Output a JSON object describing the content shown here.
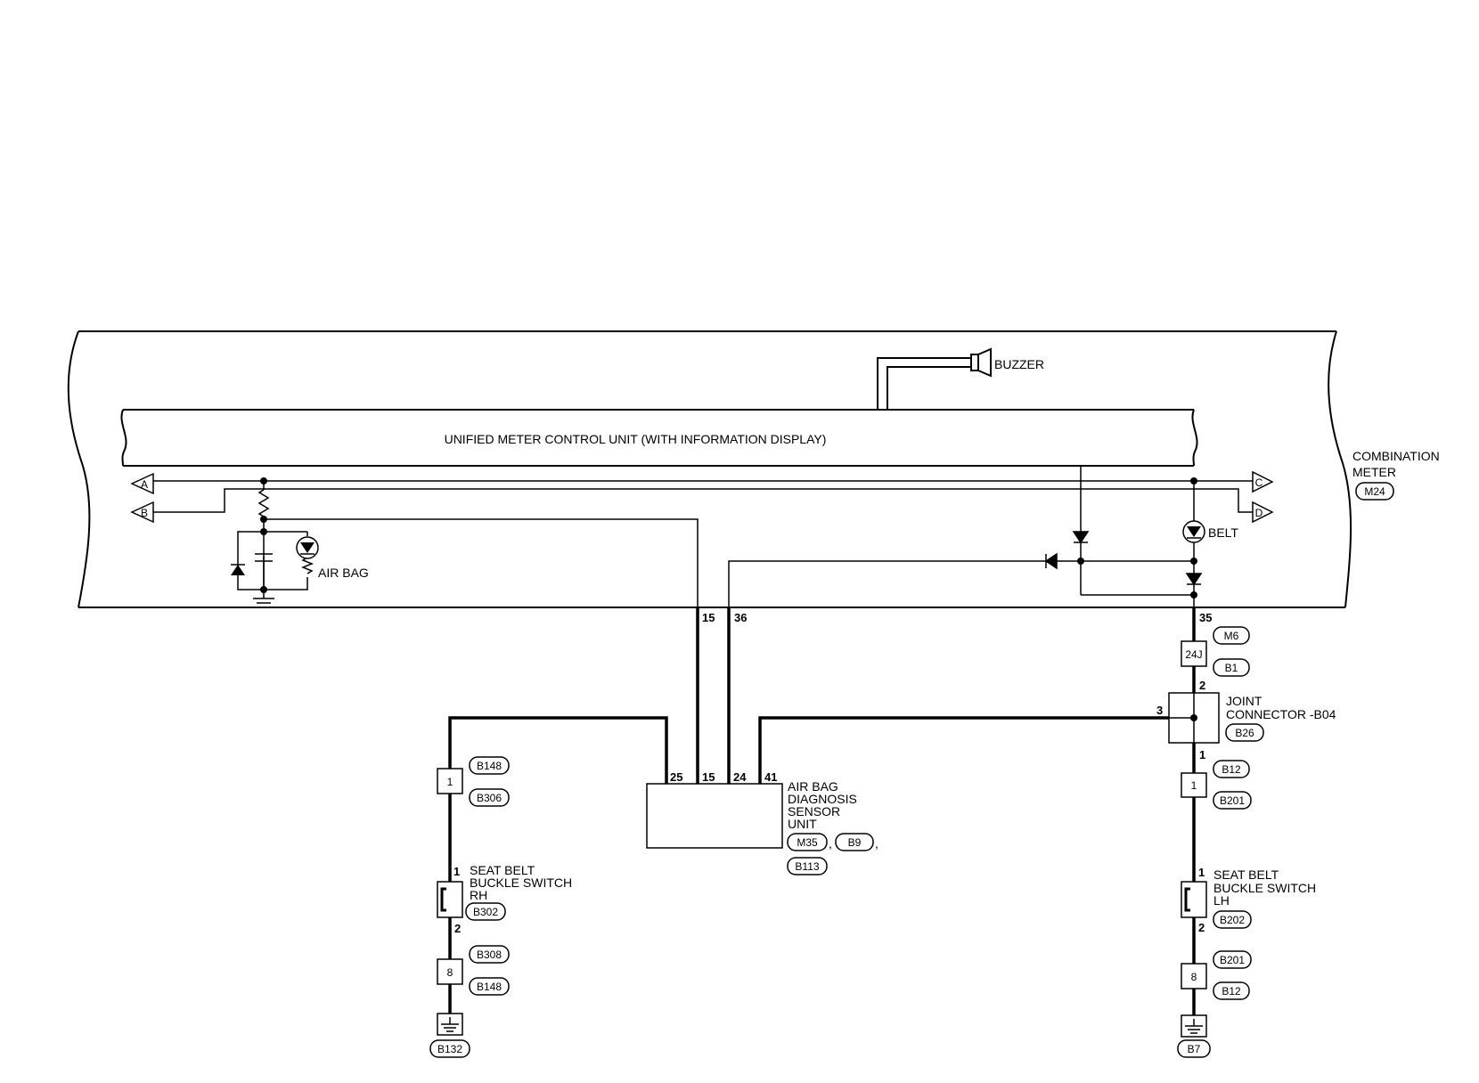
{
  "combination_meter": {
    "title_line1": "COMBINATION",
    "title_line2": "METER",
    "connector": "M24",
    "unit_title": "UNIFIED METER CONTROL UNIT (WITH INFORMATION DISPLAY)",
    "buzzer_label": "BUZZER",
    "airbag_lamp_label": "AIR BAG",
    "belt_lamp_label": "BELT",
    "terminals": {
      "a": "A",
      "b": "B",
      "c": "C",
      "d": "D"
    },
    "pins": {
      "p15": "15",
      "p36": "36",
      "p35": "35"
    }
  },
  "connectors": {
    "m6": "M6",
    "b1": "B1",
    "m6_b1_pin": "24J",
    "m6_b1_pin_out": "2"
  },
  "joint_connector": {
    "label_line1": "JOINT",
    "label_line2": "CONNECTOR -B04",
    "connector": "B26",
    "pin_left": "3",
    "pin_top": "2",
    "pin_bottom": "1"
  },
  "airbag_unit": {
    "label_line1": "AIR BAG",
    "label_line2": "DIAGNOSIS",
    "label_line3": "SENSOR",
    "label_line4": "UNIT",
    "conn1": "M35",
    "conn2": "B9",
    "conn3": "B113",
    "sep1": ",",
    "sep2": ",",
    "pins": [
      "25",
      "15",
      "24",
      "41"
    ]
  },
  "rh_side": {
    "upper_conn1": "B148",
    "upper_conn2": "B306",
    "upper_pin": "1",
    "switch_label_line1": "SEAT BELT",
    "switch_label_line2": "BUCKLE SWITCH",
    "switch_label_line3": "RH",
    "switch_conn": "B302",
    "switch_pin_top": "1",
    "switch_pin_bottom": "2",
    "lower_conn1": "B308",
    "lower_conn2": "B148",
    "lower_pin": "8",
    "ground_conn": "B132"
  },
  "lh_side": {
    "upper_pin_label": "1",
    "upper_conn1": "B12",
    "upper_conn2": "B201",
    "upper_pin": "1",
    "switch_label_line1": "SEAT BELT",
    "switch_label_line2": "BUCKLE SWITCH",
    "switch_label_line3": "LH",
    "switch_conn": "B202",
    "switch_pin_top": "1",
    "switch_pin_bottom": "2",
    "lower_conn1": "B201",
    "lower_conn2": "B12",
    "lower_pin": "8",
    "ground_conn": "B7"
  }
}
